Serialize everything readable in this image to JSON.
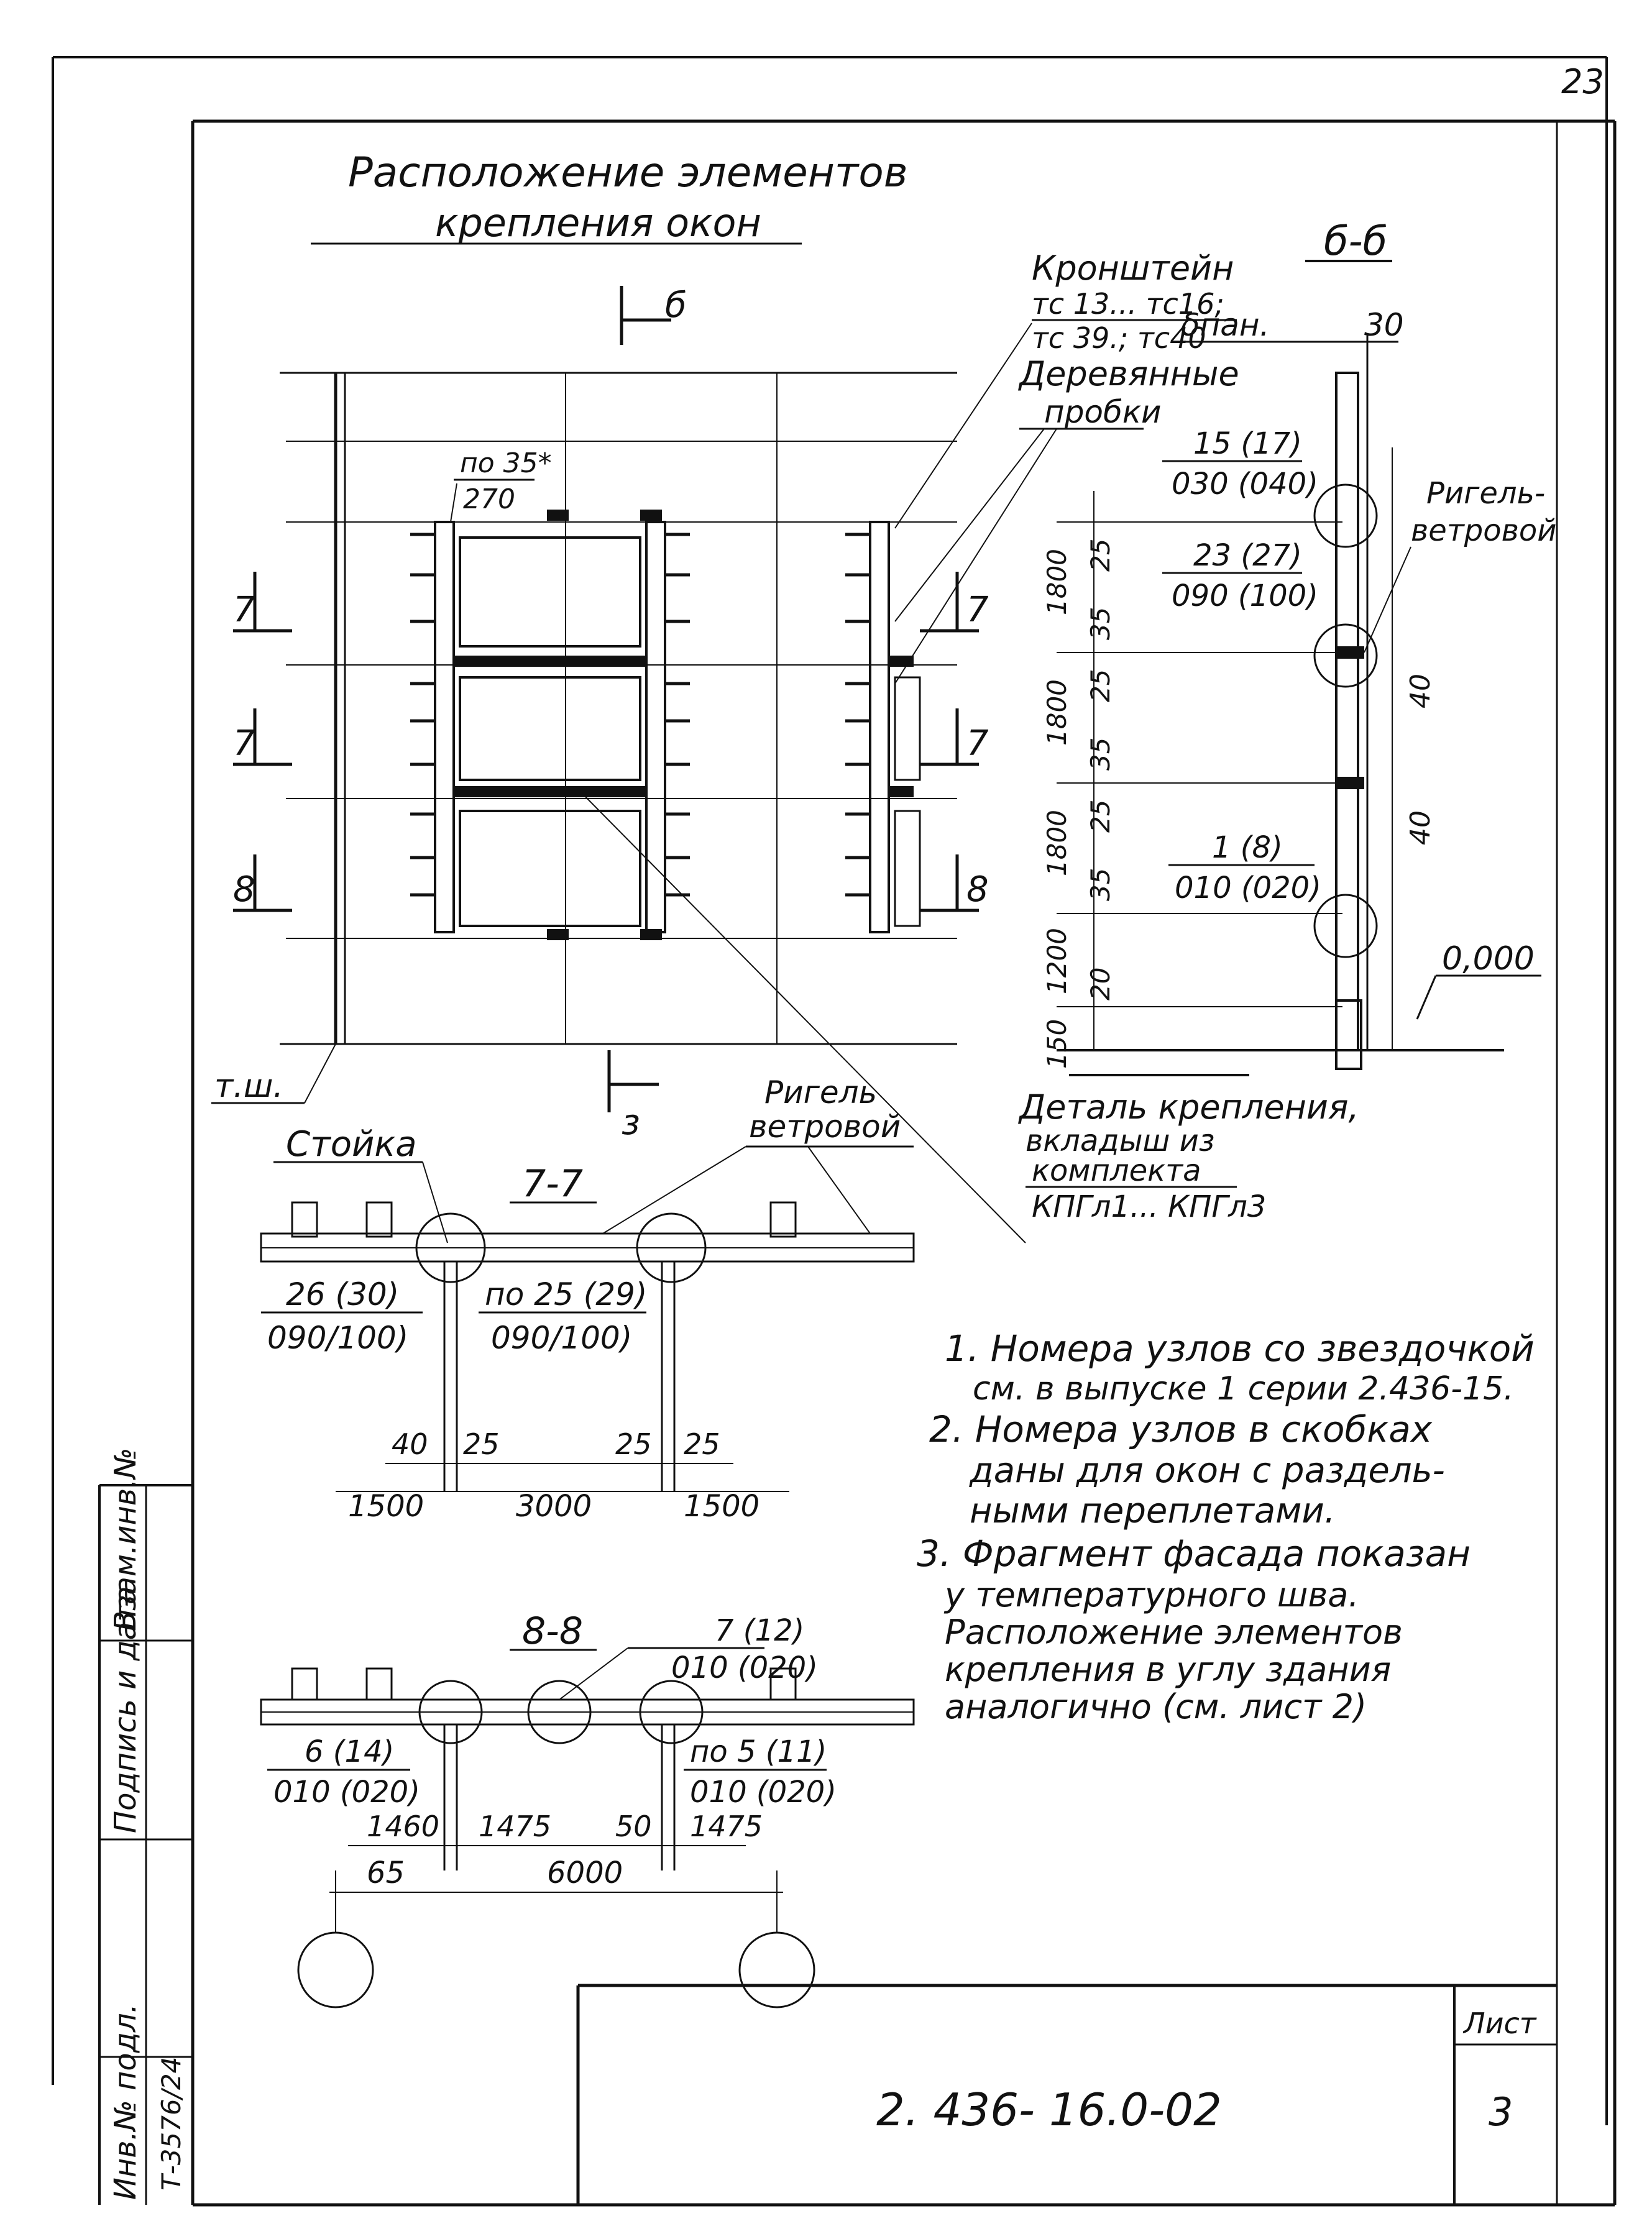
{
  "sheet": {
    "page_number": "23",
    "doc_code": "2. 436- 16.0-02",
    "sheet_label": "Лист",
    "sheet_number": "3"
  },
  "side_stamp": {
    "inv_no": "Инв.№ подл.",
    "sign_date": "Подпись и дата",
    "replace_inv": "Взам.инв.№",
    "inv_value": "Т-3576/24"
  },
  "title": {
    "line1": "Расположение элементов",
    "line2": "крепления окон"
  },
  "facade": {
    "section_top": "б",
    "section_bottom": "з",
    "section_left_1": "7",
    "section_left_2": "7",
    "section_left_3": "8",
    "section_right_1": "7",
    "section_right_2": "7",
    "section_right_3": "8",
    "node_top_num": "по 35*",
    "node_top_den": "270",
    "label_bracket_1": "Кронштейн",
    "label_bracket_2": "тс 13... тс16;",
    "label_bracket_3": "тс 39.; тс40",
    "label_plugs_1": "Деревянные",
    "label_plugs_2": "пробки",
    "label_joint": "т.ш.",
    "label_detail_1": "Деталь крепления,",
    "label_detail_2": "вкладыш из",
    "label_detail_3": "комплекта",
    "label_detail_4": "КПГл1... КПГл3"
  },
  "section_66": {
    "title": "б-б",
    "label_panel": "δпан.",
    "dim_top": "30",
    "node1_num": "15 (17)",
    "node1_den": "030 (040)",
    "node2_num": "23 (27)",
    "node2_den": "090 (100)",
    "node3_num": "1 (8)",
    "node3_den": "010 (020)",
    "ledger_1": "Ригель-",
    "ledger_2": "ветровой",
    "elev_mark": "0,000",
    "dims_vertical": [
      "1800",
      "25",
      "35",
      "1800",
      "25",
      "35",
      "1800",
      "25",
      "35",
      "1200",
      "20",
      "150"
    ],
    "dim_right_1": "40",
    "dim_right_2": "40"
  },
  "section_77": {
    "title": "7-7",
    "label_post": "Стойка",
    "label_ledger_1": "Ригель",
    "label_ledger_2": "ветровой",
    "node_left_num": "26 (30)",
    "node_left_den": "090/100)",
    "node_mid_num": "по 25 (29)",
    "node_mid_den": "090/100)",
    "dims_small": [
      "40",
      "25",
      "25",
      "25"
    ],
    "dims_main": [
      "1500",
      "3000",
      "1500"
    ]
  },
  "section_88": {
    "title": "8-8",
    "node_top_num": "7 (12)",
    "node_top_den": "010 (020)",
    "node_left_num": "6 (14)",
    "node_left_den": "010 (020)",
    "node_right_num": "по 5 (11)",
    "node_right_den": "010 (020)",
    "dims_small": [
      "1460",
      "1475",
      "50",
      "1475"
    ],
    "dims_main": [
      "65",
      "6000"
    ]
  },
  "notes": [
    "1. Номера узлов со звездочкой",
    "см. в выпуске 1 серии 2.436-15.",
    "2. Номера узлов в скобках",
    "даны для окон с раздель-",
    "ными переплетами.",
    "3. Фрагмент фасада показан",
    "у температурного шва.",
    "Расположение элементов",
    "крепления в углу здания",
    "аналогично (см. лист 2)"
  ]
}
